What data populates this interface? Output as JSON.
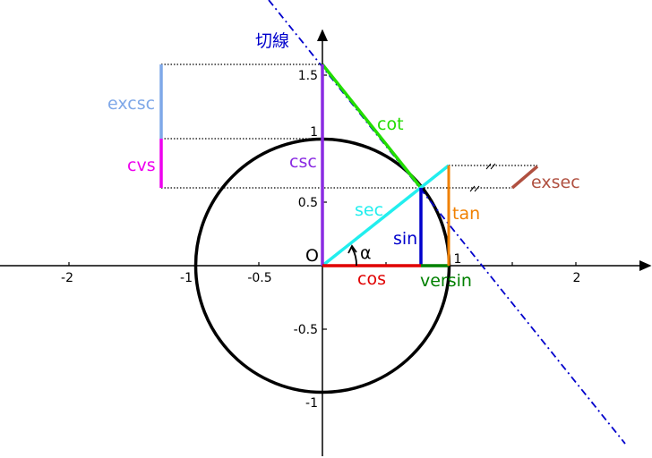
{
  "labels": {
    "tangent_line": "切線",
    "origin": "O",
    "alpha": "α",
    "sin": "sin",
    "cos": "cos",
    "tan": "tan",
    "cot": "cot",
    "sec": "sec",
    "csc": "csc",
    "versin": "versin",
    "exsec": "exsec",
    "excsc": "excsc",
    "cvs": "cvs"
  },
  "x_ticks": [
    "-2",
    "-1",
    "-0.5",
    "1",
    "2"
  ],
  "y_ticks": [
    "1.5",
    "1",
    "0.5",
    "-0.5",
    "-1"
  ],
  "colors": {
    "sin": "#0000cc",
    "cos": "#e00000",
    "tan": "#f08000",
    "cot": "#22dd00",
    "sec": "#22eeee",
    "csc": "#8a2be2",
    "versin": "#008000",
    "exsec": "#b05040",
    "excsc": "#7fa8e8",
    "cvs": "#ee00ee",
    "tangent_line": "#0000cc"
  }
}
